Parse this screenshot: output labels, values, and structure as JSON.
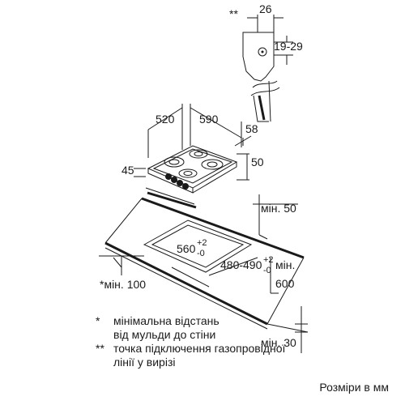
{
  "dimensions": {
    "d26": "26",
    "d19_29": "19-29",
    "d520": "520",
    "d590": "590",
    "d58": "58",
    "d50": "50",
    "d45": "45",
    "min50": "мін. 50",
    "d560": "560",
    "d560_tol_plus": "+2",
    "d560_tol_minus": "-0",
    "d480_490": "480-490",
    "d480_tol_plus": "+2",
    "d480_tol_minus": "-0",
    "min_right": "мін.",
    "d600": "600",
    "min100": "*мін. 100",
    "min30": "мін. 30",
    "double_star": "**"
  },
  "legend": {
    "note1_mark": "*",
    "note1_line1": "мінімальна відстань",
    "note1_line2": "від мульди до стіни",
    "note2_mark": "**",
    "note2_line1": "точка підключення газопровідної",
    "note2_line2": "лінії у вирізі"
  },
  "footer": {
    "units": "Розміри в мм"
  }
}
